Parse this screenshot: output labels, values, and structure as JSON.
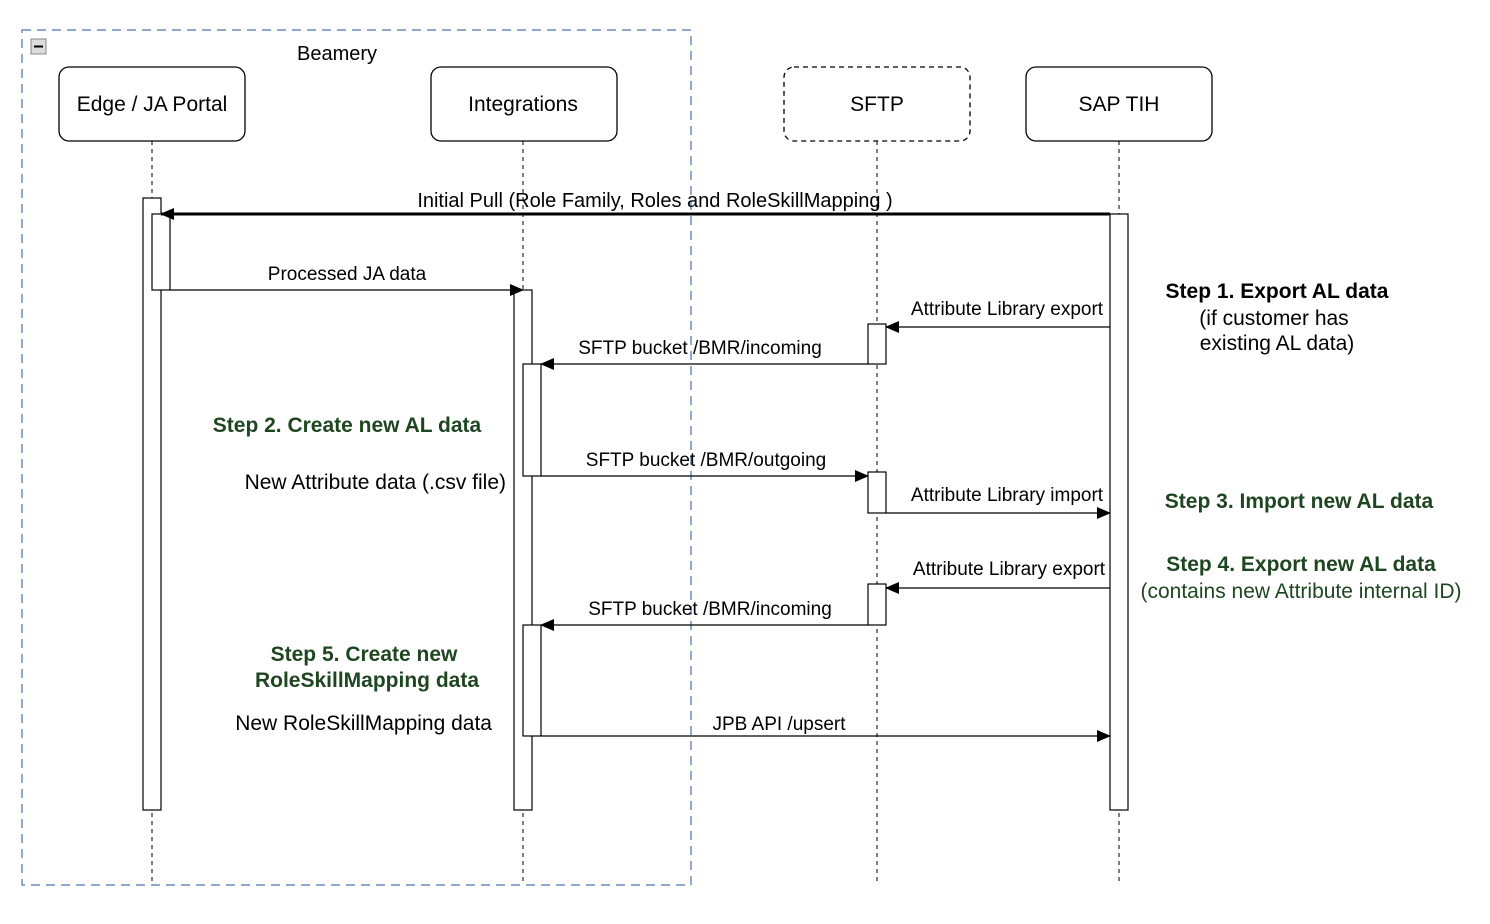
{
  "colors": {
    "group_border": "#6c8ebf",
    "step_green": "#1e4620",
    "line": "#000000"
  },
  "group": {
    "title": "Beamery",
    "collapse_glyph": "−"
  },
  "actors": {
    "edge": "Edge / JA Portal",
    "integrations": "Integrations",
    "sftp": "SFTP",
    "sap": "SAP TIH"
  },
  "messages": {
    "initial_pull": "Initial Pull (Role Family, Roles and RoleSkillMapping )",
    "processed_ja": "Processed JA data",
    "al_export_1": "Attribute Library export",
    "sftp_incoming_1": "SFTP bucket /BMR/incoming",
    "sftp_outgoing": "SFTP bucket /BMR/outgoing",
    "al_import": "Attribute Library import",
    "al_export_2": "Attribute Library export",
    "sftp_incoming_2": "SFTP bucket /BMR/incoming",
    "jpb_api": "JPB API /upsert"
  },
  "notes": {
    "new_attribute_data": "New Attribute data (.csv file)",
    "new_rsm_data": "New RoleSkillMapping data"
  },
  "steps": {
    "step1_title": "Step 1. Export AL data",
    "step1_line1": "(if customer has",
    "step1_line2": "existing AL data)",
    "step2": "Step 2. Create new AL data",
    "step3": "Step 3. Import new AL data",
    "step4_title": "Step 4. Export new AL data",
    "step4_sub": "(contains new Attribute internal ID)",
    "step5_line1": "Step 5. Create new",
    "step5_line2": "RoleSkillMapping data"
  }
}
